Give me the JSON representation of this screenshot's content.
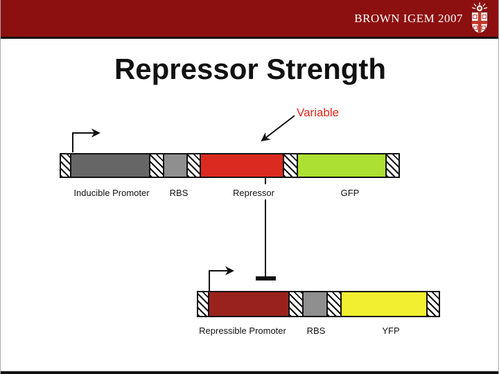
{
  "header": {
    "brand": "BROWN IGEM 2007",
    "bg_color": "#8D1010",
    "logo_icon": "brown-university-crest",
    "divider_color": "#111111"
  },
  "title": "Repressor Strength",
  "diagram": {
    "annotation": {
      "text": "Variable",
      "color": "#E2251B",
      "points_to": "Repressor segment"
    },
    "hatch_segment_meaning": "scar/assembly-site",
    "repression_link": {
      "from": "Repressor",
      "to": "Repressible Promoter",
      "style": "T-bar inhibition line"
    },
    "constructs": [
      {
        "id": "inducible-reporter-construct",
        "promoter_arrow": true,
        "segments": [
          {
            "kind": "hatch"
          },
          {
            "kind": "solid",
            "color": "#666666",
            "label": "Inducible Promoter"
          },
          {
            "kind": "hatch"
          },
          {
            "kind": "solid",
            "color": "#8F8F8F",
            "label": "RBS"
          },
          {
            "kind": "hatch"
          },
          {
            "kind": "solid",
            "color": "#DB2B21",
            "label": "Repressor"
          },
          {
            "kind": "hatch"
          },
          {
            "kind": "solid",
            "color": "#ACE032",
            "label": "GFP"
          },
          {
            "kind": "hatch"
          }
        ]
      },
      {
        "id": "repressible-reporter-construct",
        "promoter_arrow": true,
        "segments": [
          {
            "kind": "hatch"
          },
          {
            "kind": "solid",
            "color": "#9A221C",
            "label": "Repressible Promoter"
          },
          {
            "kind": "hatch"
          },
          {
            "kind": "solid",
            "color": "#8F8F8F",
            "label": "RBS"
          },
          {
            "kind": "hatch"
          },
          {
            "kind": "solid",
            "color": "#F2EF31",
            "label": "YFP"
          },
          {
            "kind": "hatch"
          }
        ]
      }
    ]
  }
}
